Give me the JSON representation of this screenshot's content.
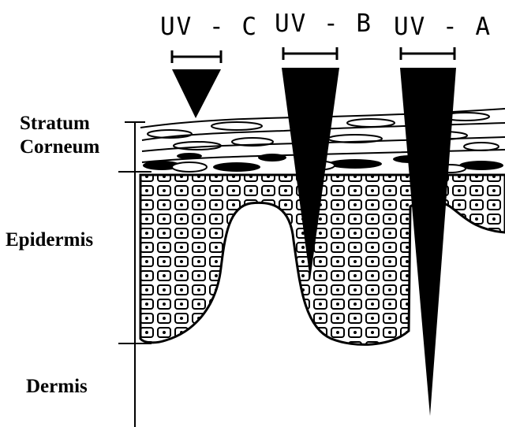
{
  "uv_bands": [
    {
      "label": "UV - C"
    },
    {
      "label": "UV - B"
    },
    {
      "label": "UV - A"
    }
  ],
  "layers": {
    "stratum_corneum_line1": "Stratum",
    "stratum_corneum_line2": "Corneum",
    "epidermis": "Epidermis",
    "dermis": "Dermis"
  },
  "colors": {
    "ink": "#000000",
    "background": "#ffffff"
  }
}
